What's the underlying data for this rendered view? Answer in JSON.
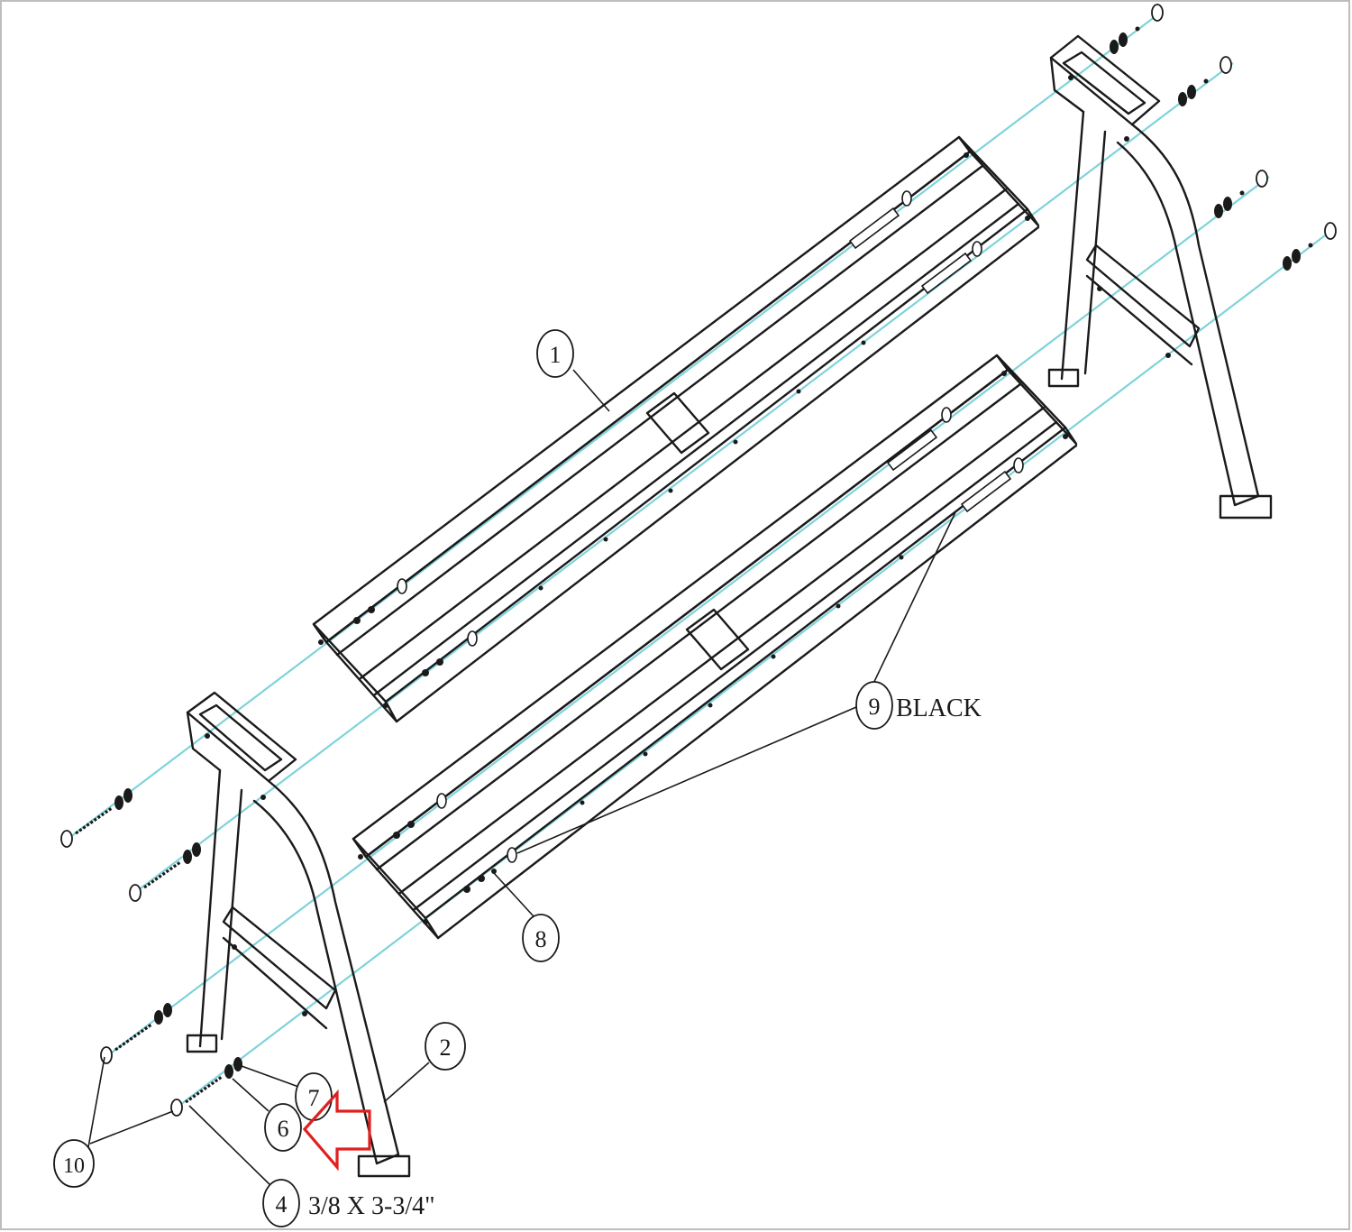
{
  "diagram": {
    "colors": {
      "line": "#1a1a1a",
      "axis": "#7fd3da",
      "arrow": "#e02020",
      "background": "#ffffff"
    },
    "callouts": [
      {
        "id": "1",
        "label": "1"
      },
      {
        "id": "2",
        "label": "2"
      },
      {
        "id": "4",
        "label": "4",
        "note": "3/8 X 3-3/4\""
      },
      {
        "id": "6",
        "label": "6"
      },
      {
        "id": "7",
        "label": "7"
      },
      {
        "id": "8",
        "label": "8"
      },
      {
        "id": "9",
        "label": "9",
        "note": "BLACK"
      },
      {
        "id": "10",
        "label": "10"
      }
    ],
    "highlight": {
      "target": "6",
      "icon": "arrow-left-icon"
    }
  }
}
